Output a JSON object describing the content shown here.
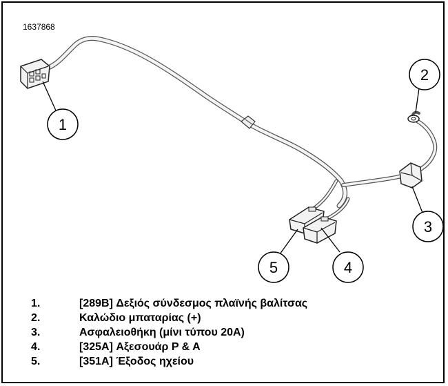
{
  "figure": {
    "id": "1637868"
  },
  "callouts": [
    {
      "number": "1",
      "target": "side-saddlebag-connector"
    },
    {
      "number": "2",
      "target": "battery-ring-terminal"
    },
    {
      "number": "3",
      "target": "fuse-holder"
    },
    {
      "number": "4",
      "target": "accessory-connector"
    },
    {
      "number": "5",
      "target": "speaker-output-connector"
    }
  ],
  "legend": [
    {
      "num": "1.",
      "text": "[289B] Δεξιός σύνδεσμος πλαϊνής βαλίτσας"
    },
    {
      "num": "2.",
      "text": "Καλώδιο μπαταρίας (+)"
    },
    {
      "num": "3.",
      "text": "Ασφαλειοθήκη (μίνι τύπου 20A)"
    },
    {
      "num": "4.",
      "text": "[325A] Αξεσουάρ P & A"
    },
    {
      "num": "5.",
      "text": "[351A] Έξοδος ηχείου"
    }
  ]
}
